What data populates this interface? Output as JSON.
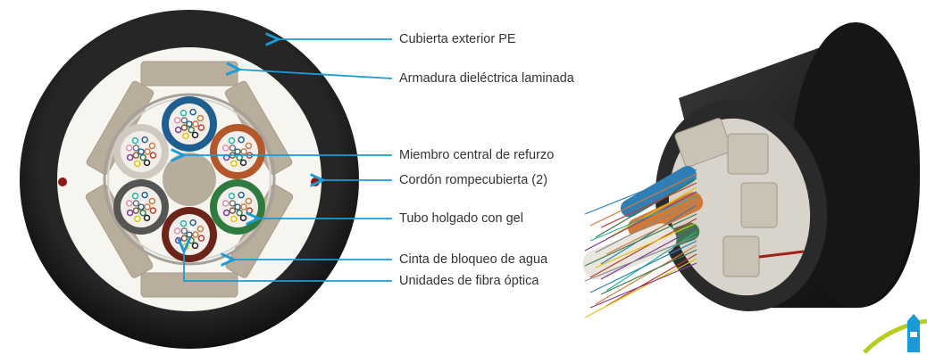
{
  "labels": {
    "outer_jacket": "Cubierta exterior PE",
    "armor": "Armadura dieléctrica laminada",
    "central_member": "Miembro central de refurzo",
    "ripcord": "Cordón rompecubierta (2)",
    "loose_tube": "Tubo holgado con gel",
    "water_tape": "Cinta de bloqueo de agua",
    "fiber_units": "Unidades de fibra óptica"
  },
  "colors": {
    "jacket": "#1f1f1f",
    "armor": "#b5aa98",
    "leader_line": "#1a9ad6",
    "tube_blue": "#1f5f8f",
    "tube_orange": "#b4572a",
    "tube_white": "#cfc9bf",
    "tube_green": "#2f7a3f",
    "tube_gray": "#555555",
    "tube_brown": "#6b2418",
    "ripcord": "#8a1a12",
    "logo_green": "#b7cc1f",
    "logo_blue": "#1a9ad6"
  },
  "icons": {
    "cross_section": "fiber-cable-cross-section",
    "cable_3d": "fiber-cable-3d-view",
    "logo": "brand-logo-icon"
  }
}
